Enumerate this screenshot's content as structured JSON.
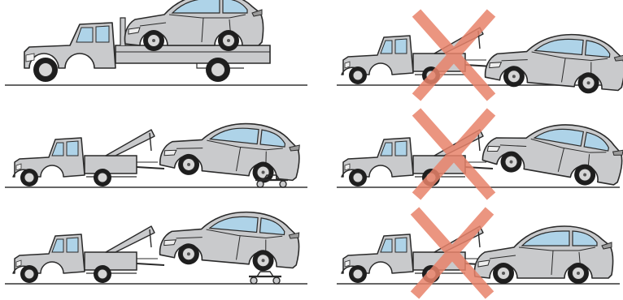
{
  "colors": {
    "background": "#ffffff",
    "body": "#c9cacc",
    "outline": "#2a2a2a",
    "glass": "#aed3e8",
    "tire": "#1e1e1e",
    "rim": "#d6d6d6",
    "ground": "#333333",
    "cross": "#e8826a"
  },
  "panels": [
    {
      "id": "flatbed-correct",
      "method": "flatbed",
      "status": "ok"
    },
    {
      "id": "lift-front-on-ground-incorrect",
      "method": "hook-rear-wheels-down",
      "status": "not-ok"
    },
    {
      "id": "lift-front-rear-dollies-correct",
      "method": "wheel-lift-front-with-dollies",
      "status": "ok"
    },
    {
      "id": "lift-rear-incorrect",
      "method": "wheel-lift-rear",
      "status": "not-ok"
    },
    {
      "id": "lift-rear-front-dollies-correct",
      "method": "wheel-lift-rear-with-dollies",
      "status": "ok"
    },
    {
      "id": "sling-level-incorrect",
      "method": "sling-level",
      "status": "not-ok"
    }
  ],
  "icons": {
    "tow_truck": "tow-truck-icon",
    "car": "sports-car-icon",
    "dolly": "wheel-dolly-icon",
    "prohibited": "red-cross-icon"
  }
}
